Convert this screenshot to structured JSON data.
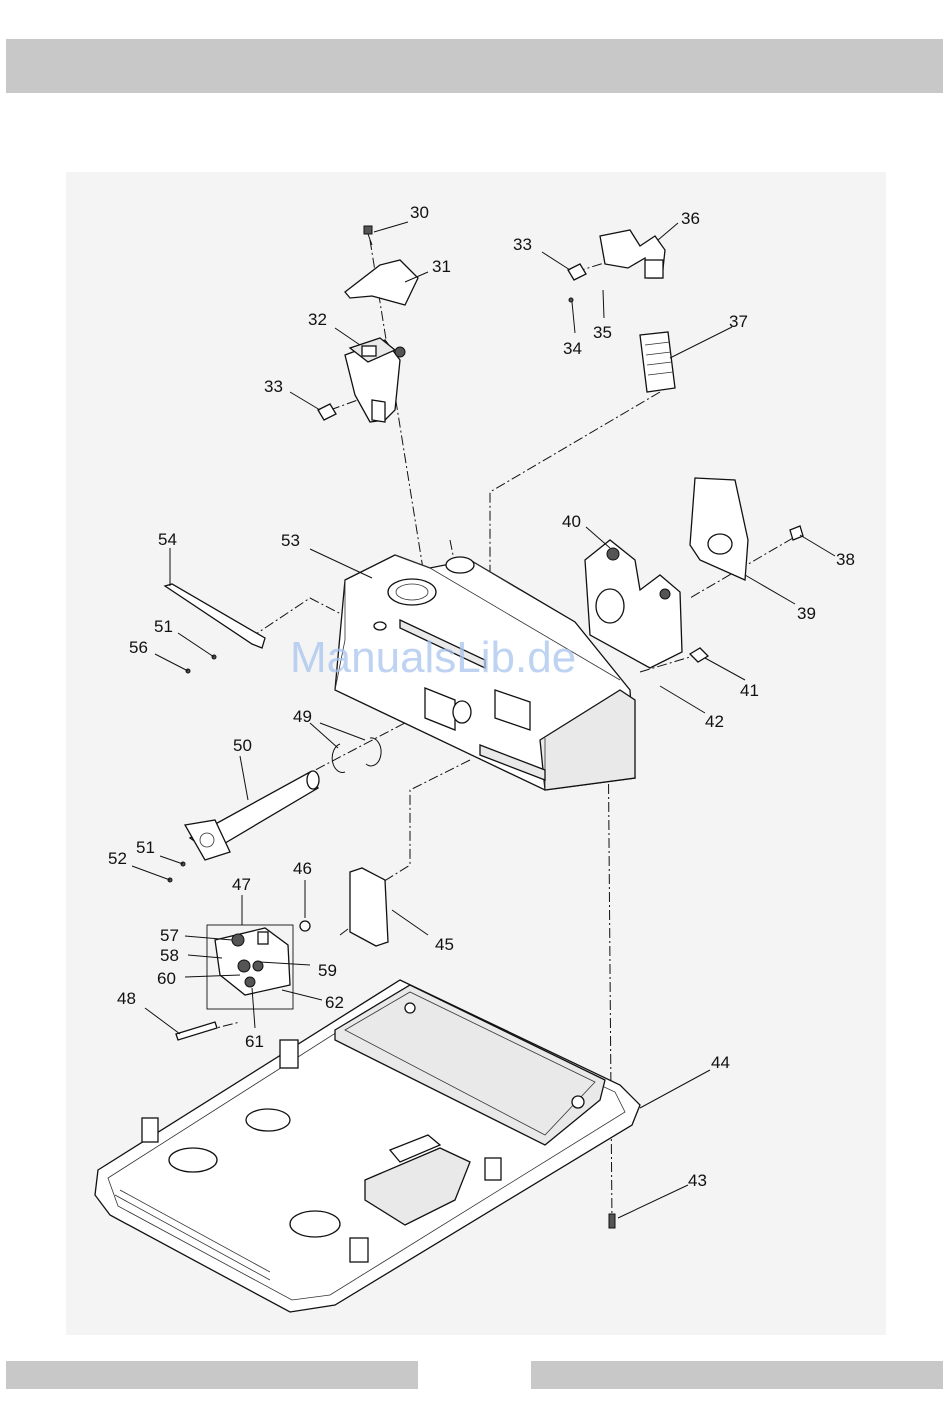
{
  "watermark": "ManualsLib.de",
  "callouts": [
    "30",
    "31",
    "32",
    "33",
    "33",
    "34",
    "35",
    "36",
    "37",
    "38",
    "39",
    "40",
    "41",
    "42",
    "43",
    "44",
    "45",
    "46",
    "47",
    "48",
    "49",
    "50",
    "51",
    "51",
    "52",
    "53",
    "54",
    "56",
    "57",
    "58",
    "59",
    "60",
    "61",
    "62"
  ]
}
